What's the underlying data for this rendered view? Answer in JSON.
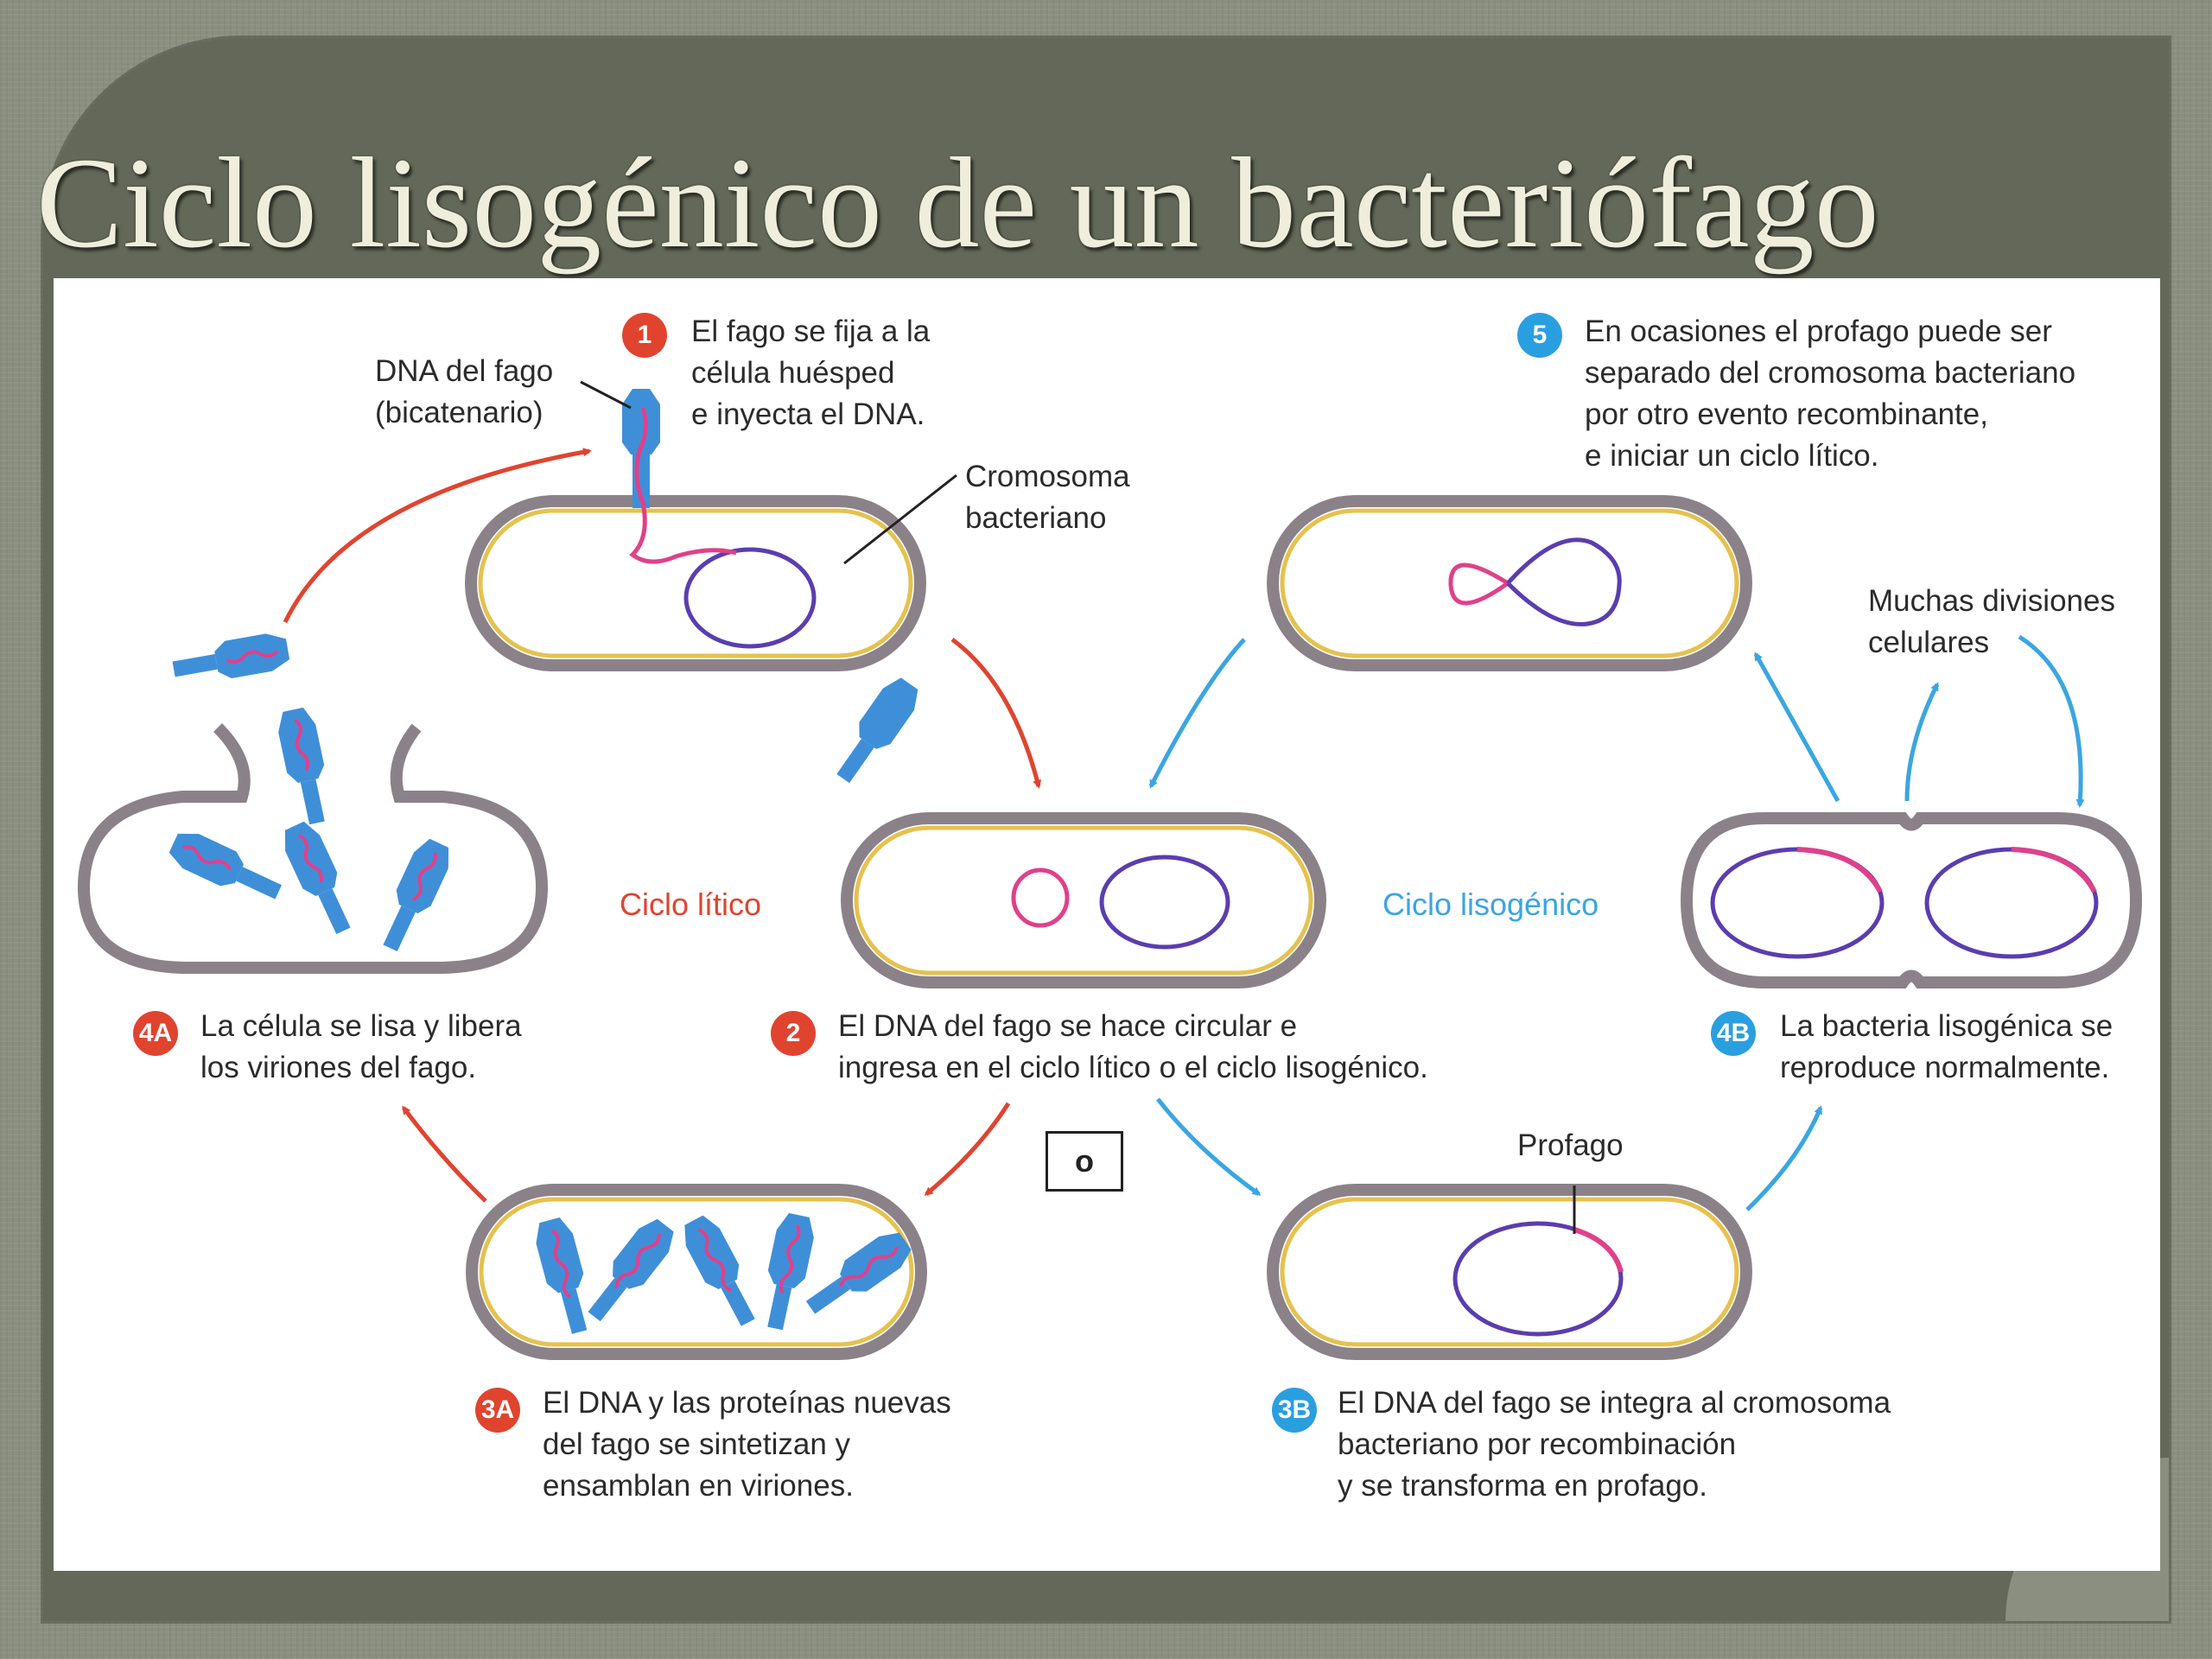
{
  "title": "Ciclo lisogénico de un bacteriófago",
  "labels": {
    "phage_dna": "DNA del fago\n(bicatenario)",
    "chromosome": "Cromosoma\nbacteriano",
    "many_divisions": "Muchas divisiones\ncelulares",
    "prophage": "Profago",
    "lytic_cycle": "Ciclo lítico",
    "lysogenic_cycle": "Ciclo lisogénico",
    "or": "o"
  },
  "steps": [
    {
      "badge": "1",
      "text": "El fago se fija a la\ncélula huésped\ne inyecta el DNA."
    },
    {
      "badge": "2",
      "text": "El DNA del fago se hace circular e\ningresa en el ciclo lítico o el ciclo lisogénico."
    },
    {
      "badge": "3A",
      "text": "El DNA y las proteínas nuevas\ndel fago se sintetizan y\nensamblan en viriones."
    },
    {
      "badge": "4A",
      "text": "La célula se lisa y libera\nlos viriones del fago."
    },
    {
      "badge": "3B",
      "text": "El DNA del fago se integra al cromosoma\nbacteriano por recombinación\ny se transforma en profago."
    },
    {
      "badge": "4B",
      "text": "La bacteria lisogénica se\nreproduce normalmente."
    },
    {
      "badge": "5",
      "text": "En ocasiones el profago puede ser\nseparado del cromosoma bacteriano\npor otro evento recombinante,\ne iniciar un ciclo lítico."
    }
  ],
  "colors": {
    "lytic": "#e0442f",
    "lysogenic": "#3aa6e0",
    "phage": "#3f8fd8",
    "phage_dna": "#e0408a",
    "chromosome": "#5a3db0",
    "cell_wall": "#8b8289",
    "membrane": "#e5c24e"
  }
}
